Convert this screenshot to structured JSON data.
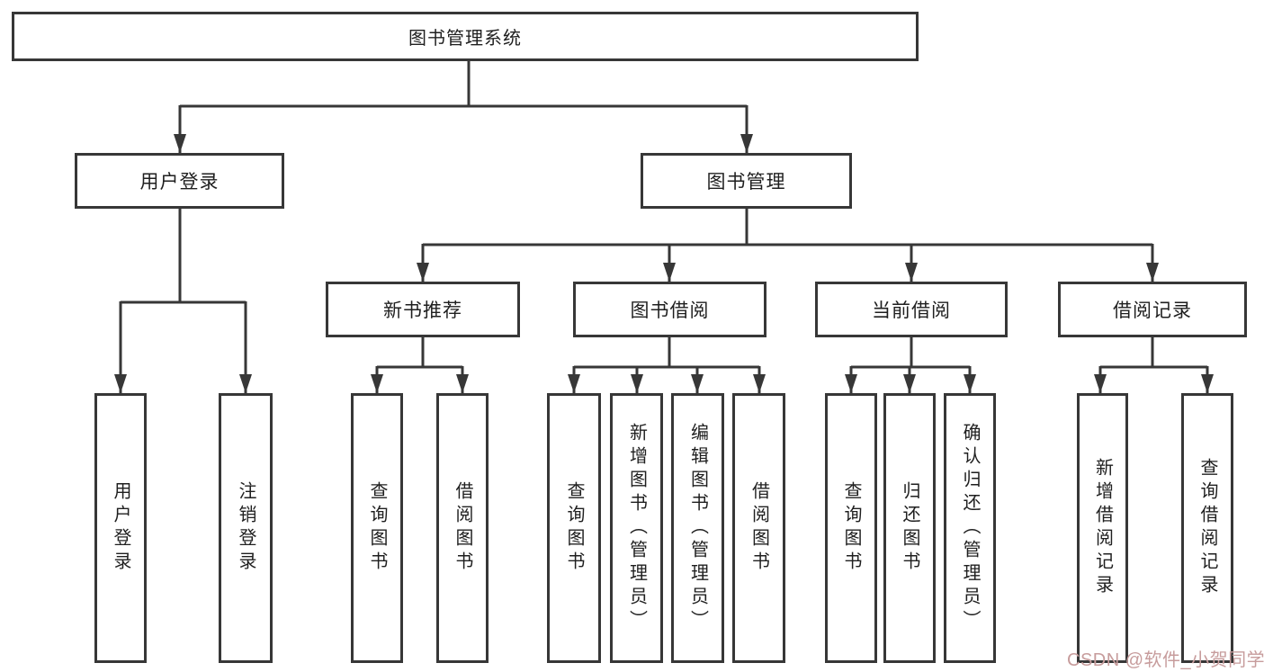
{
  "diagram": {
    "title": "图书管理系统",
    "type": "function-structure-tree",
    "root": {
      "label": "图书管理系统",
      "children": [
        {
          "label": "用户登录",
          "children": [
            {
              "label": "用户登录"
            },
            {
              "label": "注销登录"
            }
          ]
        },
        {
          "label": "图书管理",
          "children": [
            {
              "label": "新书推荐",
              "children": [
                {
                  "label": "查询图书"
                },
                {
                  "label": "借阅图书"
                }
              ]
            },
            {
              "label": "图书借阅",
              "children": [
                {
                  "label": "查询图书"
                },
                {
                  "label": "新增图书（管理员）"
                },
                {
                  "label": "编辑图书（管理员）"
                },
                {
                  "label": "借阅图书"
                }
              ]
            },
            {
              "label": "当前借阅",
              "children": [
                {
                  "label": "查询图书"
                },
                {
                  "label": "归还图书"
                },
                {
                  "label": "确认归还（管理员）"
                }
              ]
            },
            {
              "label": "借阅记录",
              "children": [
                {
                  "label": "新增借阅记录"
                },
                {
                  "label": "查询借阅记录"
                }
              ]
            }
          ]
        }
      ]
    }
  },
  "watermark": {
    "text": "CSDN @软件_小贺同学",
    "color": "#c79c9c"
  },
  "style": {
    "line_color": "#373737",
    "background": "#ffffff"
  }
}
